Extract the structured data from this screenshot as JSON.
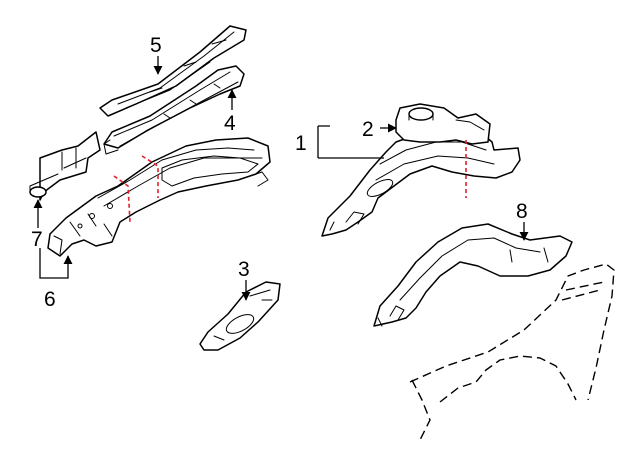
{
  "callouts": [
    {
      "id": "1",
      "text": "1"
    },
    {
      "id": "2",
      "text": "2"
    },
    {
      "id": "3",
      "text": "3"
    },
    {
      "id": "4",
      "text": "4"
    },
    {
      "id": "5",
      "text": "5"
    },
    {
      "id": "6",
      "text": "6"
    },
    {
      "id": "7",
      "text": "7"
    },
    {
      "id": "8",
      "text": "8"
    }
  ],
  "colors": {
    "line": "#000000",
    "cut_line": "#e0202a",
    "background": "#ffffff"
  }
}
